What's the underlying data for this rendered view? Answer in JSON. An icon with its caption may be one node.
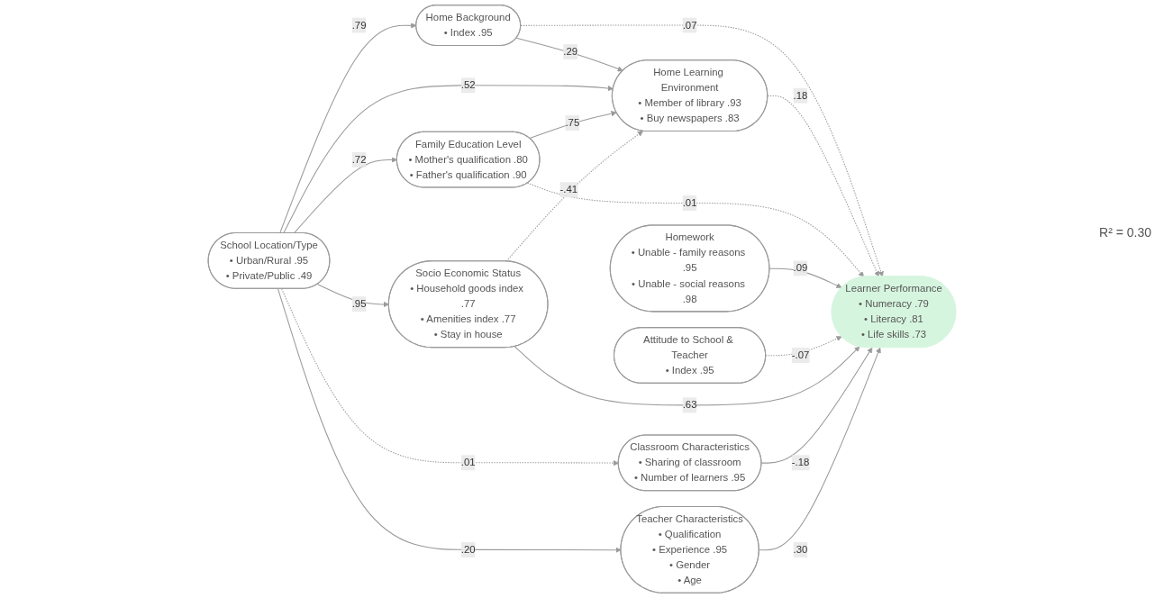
{
  "diagram": {
    "nodes": [
      {
        "text": [
          "Home Background",
          "• Index .95"
        ]
      },
      {
        "text": [
          "Homework",
          "• Unable - family reasons .95",
          "• Unable - social reasons .98"
        ]
      },
      {
        "text": [
          "Home Learning Environment",
          "• Member of library .93",
          "• Buy newspapers .83"
        ]
      },
      {
        "text": [
          "Attitude to School & Teacher",
          "• Index .95"
        ]
      },
      {
        "text": [
          "School Location/Type",
          "• Urban/Rural .95",
          "• Private/Public .49"
        ]
      },
      {
        "text": [
          "Family Education Level",
          "• Mother's qualification .80",
          "• Father's qualification .90"
        ]
      },
      {
        "text": [
          "Learner Performance",
          "• Numeracy .79",
          "• Literacy .81",
          "• Life skills .73"
        ]
      },
      {
        "text": [
          "Socio Economic Status",
          "• Household goods index .77",
          "• Amenities index .77",
          "• Stay in house"
        ]
      },
      {
        "text": [
          "Classroom Characteristics",
          "• Sharing of classroom",
          "• Number of learners .95"
        ]
      },
      {
        "text": [
          "Teacher Characteristics",
          "• Qualification",
          "• Experience .95",
          "• Gender",
          "• Age"
        ]
      }
    ],
    "edges": [
      {
        "from": 4,
        "to": 0,
        "arrow": "to",
        "label": ".79"
      },
      {
        "from": 0,
        "to": 2,
        "arrow": "to",
        "label": ".29"
      },
      {
        "from": 0,
        "to": 6,
        "arrow": "to",
        "label": ".07",
        "style": "dashed"
      },
      {
        "from": 4,
        "to": 2,
        "arrow": "to",
        "label": ".52"
      },
      {
        "from": 5,
        "to": 2,
        "arrow": "to",
        "label": ".75"
      },
      {
        "from": 7,
        "to": 2,
        "arrow": "to",
        "label": "-.41",
        "style": "dashed"
      },
      {
        "from": 2,
        "to": 6,
        "arrow": "to",
        "label": ".18",
        "style": "dashed"
      },
      {
        "from": 4,
        "to": 5,
        "arrow": "to",
        "label": ".72"
      },
      {
        "from": 5,
        "to": 6,
        "arrow": "to",
        "label": ".01",
        "style": "dashed"
      },
      {
        "from": 4,
        "to": 7,
        "arrow": "to",
        "label": ".95"
      },
      {
        "from": 4,
        "to": 8,
        "arrow": "to",
        "label": ".01",
        "style": "dashed"
      },
      {
        "from": 4,
        "to": 9,
        "arrow": "to",
        "label": ".20"
      },
      {
        "from": 1,
        "to": 6,
        "arrow": "to",
        "label": ".09"
      },
      {
        "from": 3,
        "to": 6,
        "arrow": "to",
        "label": "-.07",
        "style": "dashed"
      },
      {
        "from": 7,
        "to": 6,
        "arrow": "to",
        "label": ".63"
      },
      {
        "from": 8,
        "to": 6,
        "arrow": "to",
        "label": "-.18"
      },
      {
        "from": 9,
        "to": 6,
        "arrow": "to",
        "label": ".30"
      }
    ],
    "labels": [
      "R² = 0.30"
    ]
  }
}
